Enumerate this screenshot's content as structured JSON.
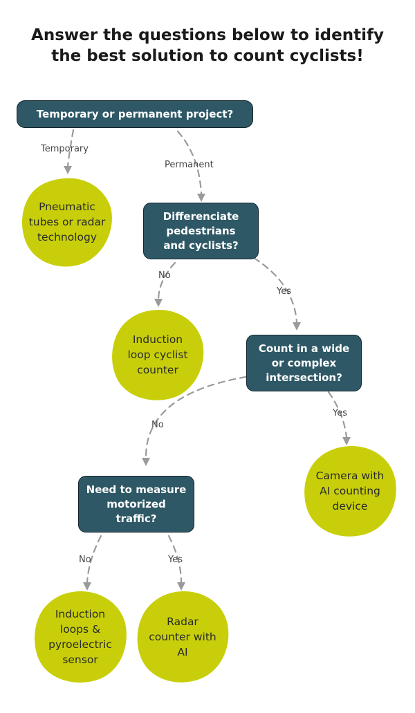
{
  "title": {
    "line1": "Answer the questions below to identify",
    "line2": "the best solution to count cyclists!"
  },
  "questions": {
    "q1": "Temporary or permanent project?",
    "q2": [
      "Differenciate",
      "pedestrians",
      "and cyclists?"
    ],
    "q3": [
      "Count in a wide",
      "or complex",
      "intersection?"
    ],
    "q4": [
      "Need to measure",
      "motorized",
      "traffic?"
    ]
  },
  "outcomes": {
    "pneumatic": [
      "Pneumatic",
      "tubes or radar",
      "technology"
    ],
    "induction_loop": [
      "Induction",
      "loop cyclist",
      "counter"
    ],
    "camera": [
      "Camera with",
      "AI counting",
      "device"
    ],
    "induction_pyro": [
      "Induction",
      "loops &",
      "pyroelectric",
      "sensor"
    ],
    "radar_ai": [
      "Radar",
      "counter with",
      "AI"
    ]
  },
  "edge_labels": {
    "temporary": "Temporary",
    "permanent": "Permanent",
    "q2_no": "No",
    "q2_yes": "Yes",
    "q3_no": "No",
    "q3_yes": "Yes",
    "q4_no": "No",
    "q4_yes": "Yes"
  },
  "colors": {
    "question_fill": "#2e5866",
    "outcome_fill": "#c8cf0a",
    "connector": "#9a9a9a"
  }
}
